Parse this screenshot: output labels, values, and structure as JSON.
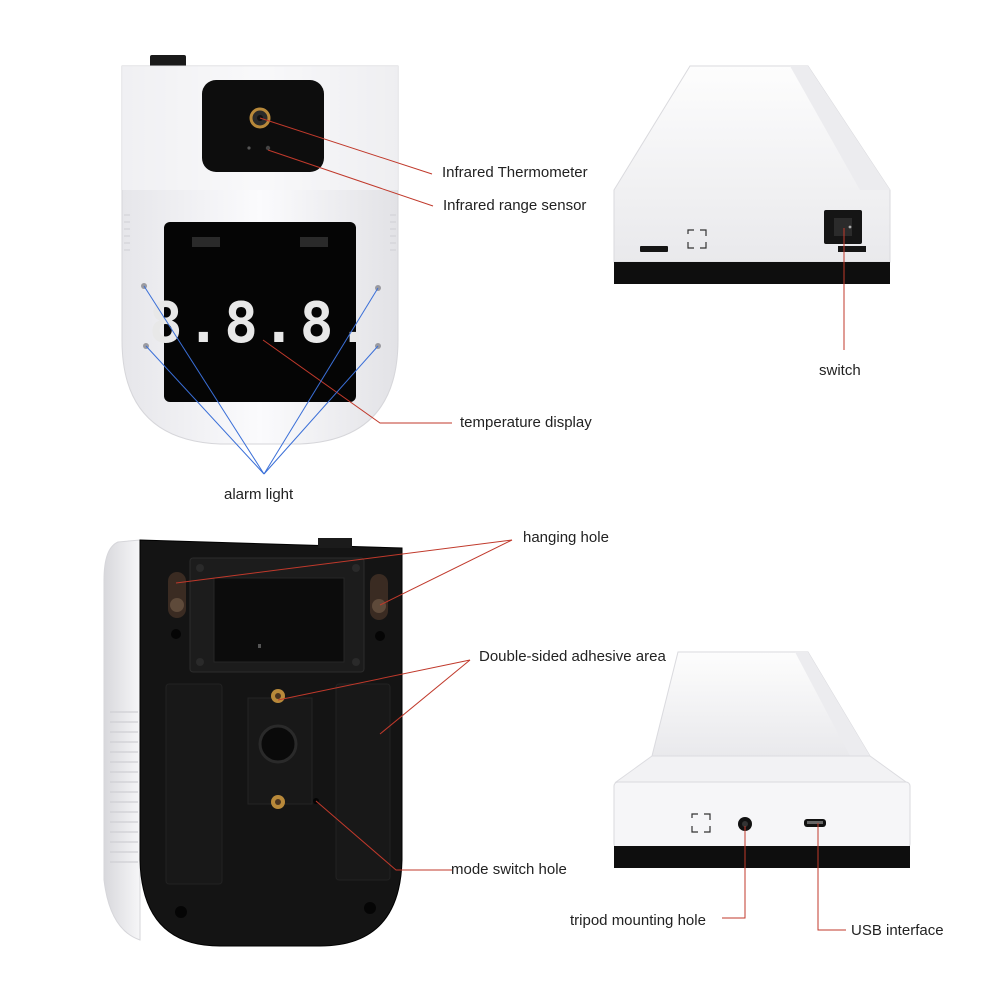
{
  "callouts": {
    "infrared_thermometer": "Infrared Thermometer",
    "infrared_range_sensor": "Infrared range sensor",
    "temperature_display": "temperature display",
    "alarm_light": "alarm light",
    "switch": "switch",
    "hanging_hole": "hanging hole",
    "adhesive_area": "Double-sided adhesive area",
    "mode_switch_hole": "mode switch hole",
    "tripod_mounting_hole": "tripod mounting hole",
    "usb_interface": "USB interface"
  },
  "display_readout": "8.8.8.",
  "colors": {
    "leader_red": "#c0392b",
    "leader_blue": "#3a6fd8",
    "device_white": "#f4f4f6",
    "device_black": "#111111",
    "display_digit": "#e8e8e8"
  }
}
